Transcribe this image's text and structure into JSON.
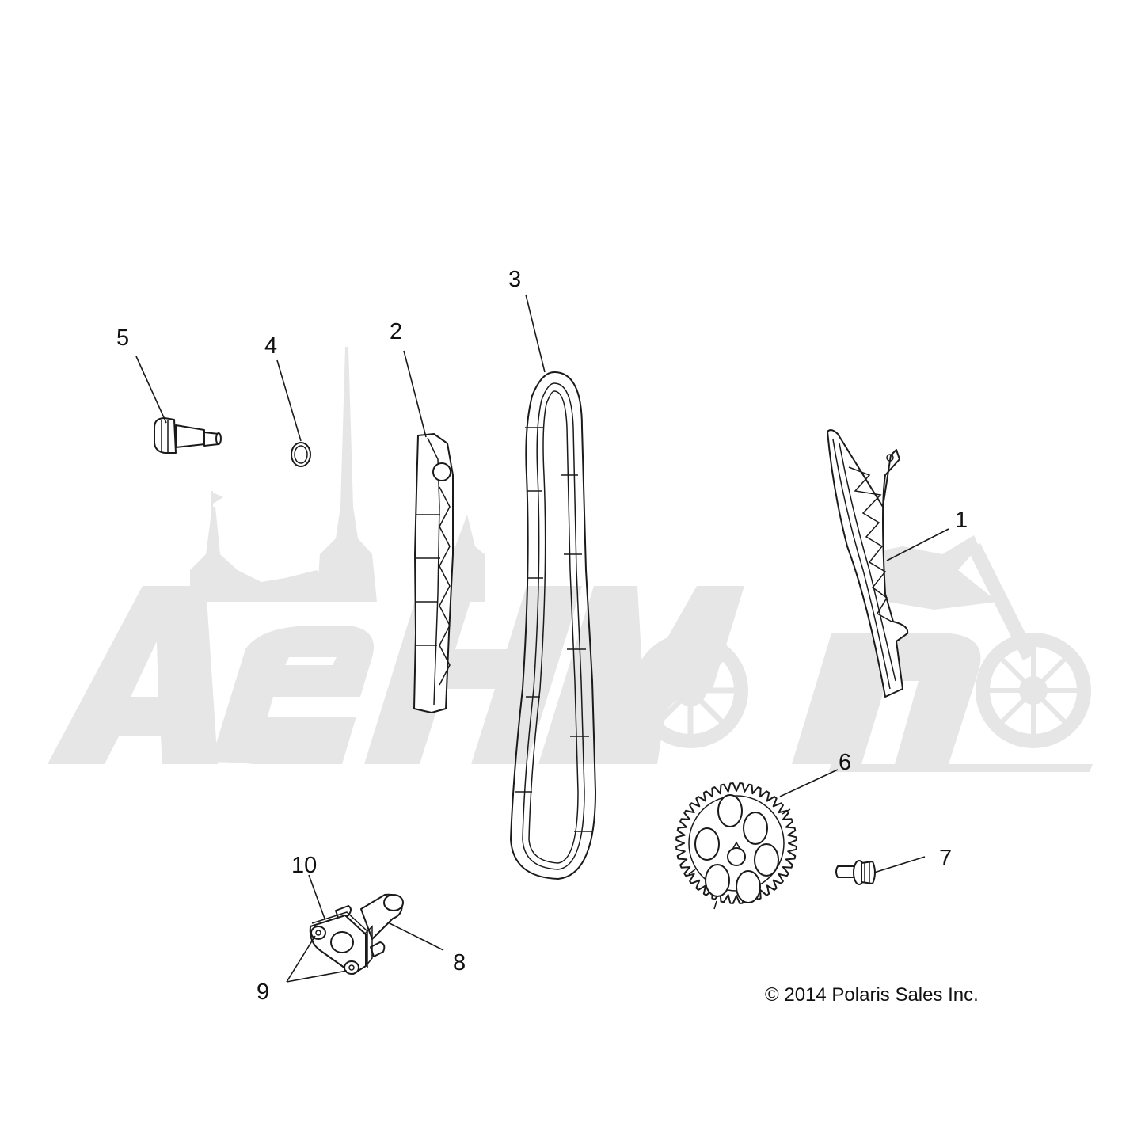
{
  "diagram": {
    "callouts": [
      {
        "id": "1",
        "label": "1"
      },
      {
        "id": "2",
        "label": "2"
      },
      {
        "id": "3",
        "label": "3"
      },
      {
        "id": "4",
        "label": "4"
      },
      {
        "id": "5",
        "label": "5"
      },
      {
        "id": "6",
        "label": "6"
      },
      {
        "id": "7",
        "label": "7"
      },
      {
        "id": "8",
        "label": "8"
      },
      {
        "id": "9",
        "label": "9"
      },
      {
        "id": "10",
        "label": "10"
      }
    ],
    "copyright": "© 2014 Polaris Sales Inc."
  },
  "watermark": {
    "text": "AeHMoTo",
    "color": "#e6e6e6"
  },
  "colors": {
    "line": "#1a1a1a",
    "background": "#ffffff"
  }
}
